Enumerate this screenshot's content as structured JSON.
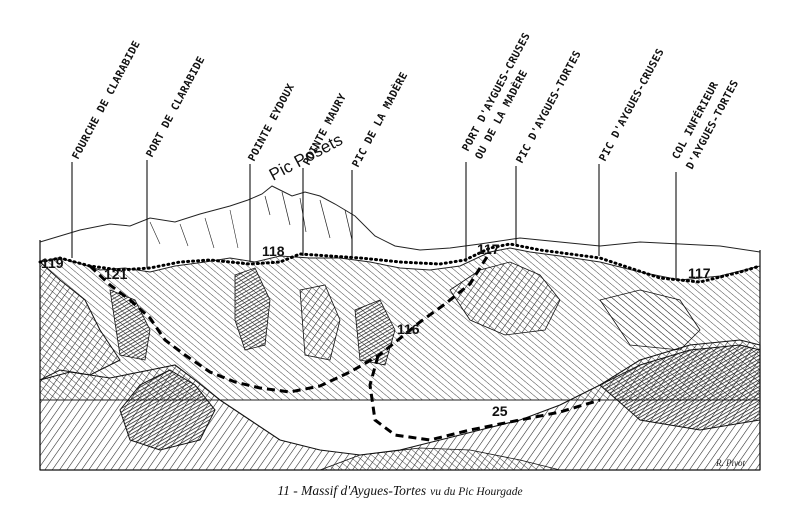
{
  "labels": {
    "fourche_de_clarabide": "FOURCHE DE CLARABIDE",
    "port_de_clarabide": "PORT DE CLARABIDE",
    "pointe_eydoux": "POINTE EYDOUX",
    "pic_posets": "Pic Posets",
    "pointe_maury": "POINTE MAURY",
    "pic_de_la_madere": "PIC DE LA MADÈRE",
    "port_daygues_cruses_1": "PORT D'AYGUES-CRUSES",
    "port_daygues_cruses_2": "OU DE LA MADÈRE",
    "pic_daygues_tortes": "PIC D'AYGUES-TORTES",
    "pic_daygues_cruses": "PIC D'AYGUES-CRUSES",
    "col_inferieur_1": "COL INFÉRIEUR",
    "col_inferieur_2": "D'AYGUES-TORTES"
  },
  "route_numbers": {
    "r119": "119",
    "r121": "121",
    "r118": "118",
    "r117a": "117",
    "r116": "116",
    "r117b": "117",
    "r25": "25"
  },
  "signature": "R. Pivot",
  "caption": {
    "main": "11 - Massif d'Aygues-Tortes",
    "sub": "vu du Pic Hourgade"
  },
  "colors": {
    "ink": "#111111",
    "paper": "#ffffff"
  }
}
